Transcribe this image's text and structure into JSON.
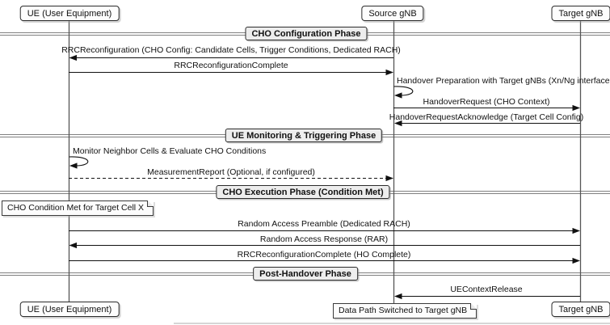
{
  "diagram_type": "5G CHO (Conditional Handover) sequence diagram",
  "participants": {
    "ue": {
      "label": "UE (User Equipment)"
    },
    "source_gnb": {
      "label": "Source gNB"
    },
    "target_gnb": {
      "label": "Target gNB"
    }
  },
  "phases": {
    "configuration": {
      "label": "CHO Configuration Phase"
    },
    "monitoring": {
      "label": "UE Monitoring & Triggering Phase"
    },
    "execution": {
      "label": "CHO Execution Phase (Condition Met)"
    },
    "post_handover": {
      "label": "Post-Handover Phase"
    }
  },
  "messages": {
    "rrc_reconfiguration": {
      "label": "RRCReconfiguration (CHO Config: Candidate Cells, Trigger Conditions, Dedicated RACH)",
      "from": "Source gNB",
      "to": "UE (User Equipment)",
      "style": "solid"
    },
    "rrc_reconfiguration_complete": {
      "label": "RRCReconfigurationComplete",
      "from": "UE (User Equipment)",
      "to": "Source gNB",
      "style": "solid"
    },
    "handover_preparation": {
      "label": "Handover Preparation with Target gNBs (Xn/Ng interfaces)",
      "from": "Source gNB",
      "to": "Source gNB",
      "style": "self"
    },
    "handover_request": {
      "label": "HandoverRequest (CHO Context)",
      "from": "Source gNB",
      "to": "Target gNB",
      "style": "solid"
    },
    "handover_request_ack": {
      "label": "HandoverRequestAcknowledge (Target Cell Config)",
      "from": "Target gNB",
      "to": "Source gNB",
      "style": "solid"
    },
    "monitor_neighbor_cells": {
      "label": "Monitor Neighbor Cells & Evaluate CHO Conditions",
      "from": "UE (User Equipment)",
      "to": "UE (User Equipment)",
      "style": "self"
    },
    "measurement_report": {
      "label": "MeasurementReport (Optional, if configured)",
      "from": "UE (User Equipment)",
      "to": "Source gNB",
      "style": "dashed"
    },
    "random_access_preamble": {
      "label": "Random Access Preamble (Dedicated RACH)",
      "from": "UE (User Equipment)",
      "to": "Target gNB",
      "style": "solid"
    },
    "random_access_response": {
      "label": "Random Access Response (RAR)",
      "from": "Target gNB",
      "to": "UE (User Equipment)",
      "style": "solid"
    },
    "rrc_complete_ho": {
      "label": "RRCReconfigurationComplete (HO Complete)",
      "from": "UE (User Equipment)",
      "to": "Target gNB",
      "style": "solid"
    },
    "ue_context_release": {
      "label": "UEContextRelease",
      "from": "Target gNB",
      "to": "Source gNB",
      "style": "solid"
    }
  },
  "notes": {
    "cho_condition_met": {
      "label": "CHO Condition Met for Target Cell X"
    },
    "data_path_switched": {
      "label": "Data Path Switched to Target gNB"
    }
  },
  "colors": {
    "message_line": "#111111",
    "lifeline": "#555555",
    "divider_rule": "#808080",
    "participant_fill": "#fdfdfd",
    "phase_fill": "#ededed",
    "note_fill": "#fcfcfc",
    "border": "#2b2b2b"
  }
}
